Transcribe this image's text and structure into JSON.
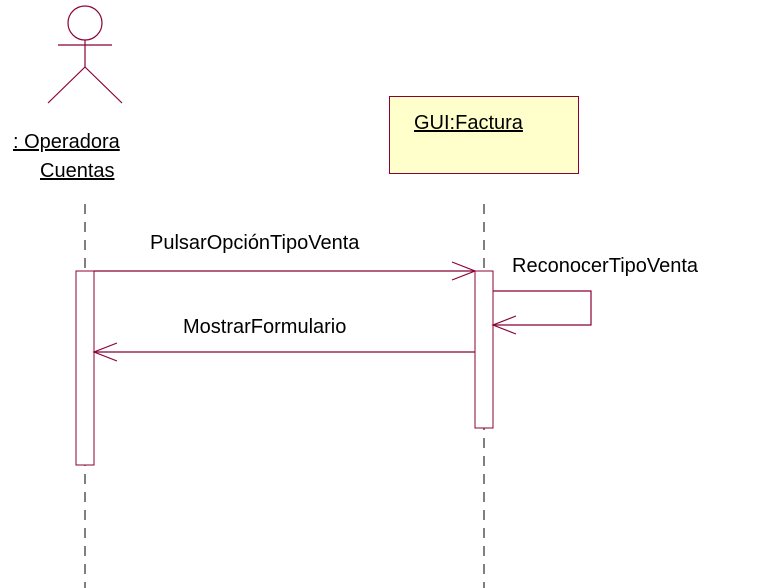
{
  "diagram": {
    "type": "sequence",
    "colors": {
      "line": "#8b0036",
      "object_fill": "#ffffcc",
      "text": "#000000"
    },
    "actor": {
      "name_line1": ": Operadora",
      "name_line2": "Cuentas"
    },
    "object": {
      "name": "GUI:Factura"
    },
    "messages": [
      {
        "label": "PulsarOpciónTipoVenta",
        "from": "actor",
        "to": "object"
      },
      {
        "label": "ReconocerTipoVenta",
        "from": "object",
        "to": "object"
      },
      {
        "label": "MostrarFormulario",
        "from": "object",
        "to": "actor"
      }
    ]
  }
}
